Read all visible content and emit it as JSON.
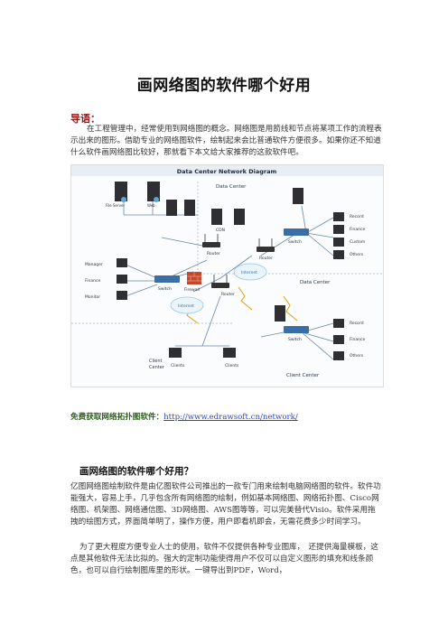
{
  "doc": {
    "title": "画网络图的软件哪个好用",
    "guide_heading": "导语：",
    "intro": "在工程管理中，经常使用到网络图的概念。网络图是用箭线和节点将某项工作的流程表示出来的图形。借助专业的网络图软件，绘制起来会比普通软件方便很多。如果你还不知道什么软件画网络图比较好，那就看下本文给大家推荐的这款软件吧。",
    "download_label": "免费获取网络拓扑图软件：",
    "download_link": "http://www.edrawsoft.cn/network/",
    "section_heading": "画网络图的软件哪个好用？",
    "body1": "亿图网络图绘制软件是由亿图软件公司推出的一款专门用来绘制电脑网络图的软件。软件功能强大，容易上手，几乎包含所有网络图的绘制，例如基本网络图、网络拓扑图、Cisco网络图、机架图、网络通信图、3D网络图、AWS图等等，可以完美替代Visio。软件采用拖拽的绘图方式，界面简单明了，操作方便，用户即看机即会，无需花费多少时间学习。",
    "body2": "为了更大程度方便专业人士的使用，软件不仅提供各种专业图库，　还提供海量模板，这点是其他软件无法比拟的。强大的定制功能使得用户不仅可以自定义图形的填充和线条颜色，也可以自行绘制图库里的形状。一键导出到PDF，Word，"
  },
  "diagram": {
    "title": "Data Center Network Diagram",
    "labels": {
      "data_center_top": "Data Center",
      "data_center_right": "Data Center",
      "client_center_left": "Client\nCenter",
      "client_center_right": "Client Center",
      "file_server": "File Server",
      "web_server": "Web",
      "cdn": "CDN",
      "router": "Router",
      "router2": "Router",
      "router3": "Router",
      "switch_left": "Switch",
      "switch_top": "Switch",
      "switch_bottom": "Switch",
      "firewall": "Firewall",
      "internet1": "Internet",
      "internet2": "Internet",
      "manager": "Manager",
      "finance_left": "Finance",
      "monitor": "Monitor",
      "record_top": "Record",
      "finance_top": "Finance",
      "custom": "Custom",
      "others_top": "Others",
      "record_bottom": "Record",
      "finance_bottom": "Finance",
      "others_bottom": "Others",
      "clients": "Clients",
      "clients2": "Clients"
    }
  },
  "colors": {
    "heading": "#8b1a1a",
    "link": "#2a45c8",
    "download": "#2a5d1a",
    "diagram_blue": "#3a6ea5"
  }
}
